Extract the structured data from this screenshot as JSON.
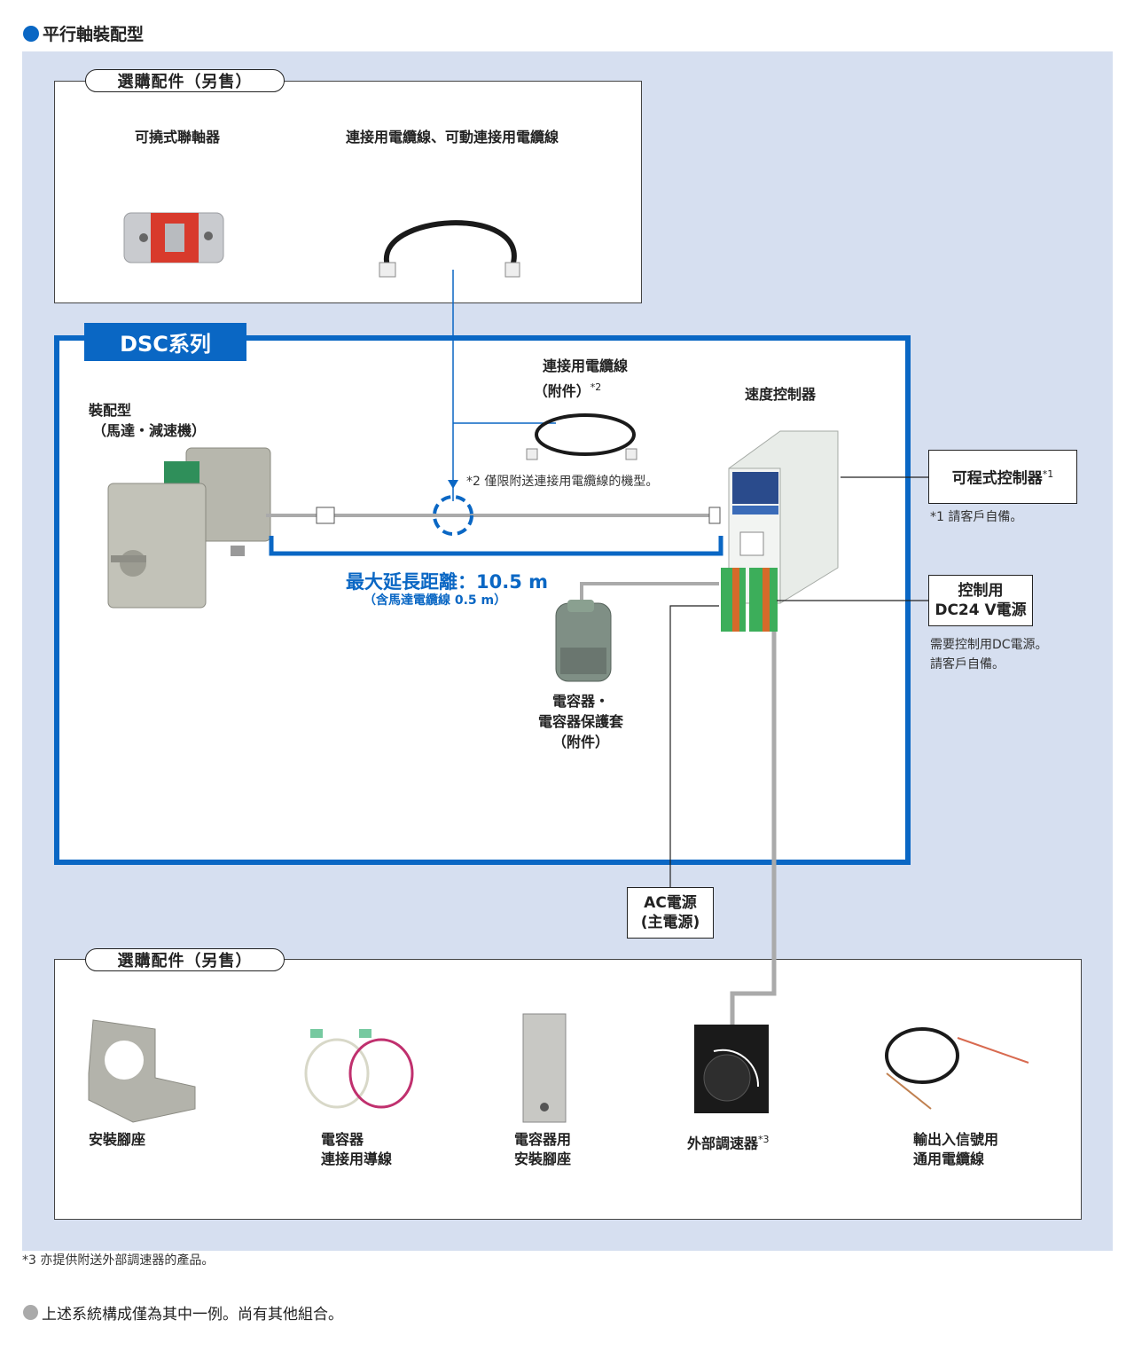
{
  "heading": "平行軸裝配型",
  "top_accessories": {
    "title": "選購配件（另售）",
    "items": [
      "可撓式聯軸器",
      "連接用電纜線、可動連接用電纜線"
    ]
  },
  "dsc": {
    "tab": "DSC系列",
    "cable_label_1": "連接用電纜線",
    "cable_label_2": "（附件）",
    "cable_mark": "*2",
    "motor_label_1": "裝配型",
    "motor_label_2": "（馬達・減速機）",
    "controller_label": "速度控制器",
    "note2": "*2 僅限附送連接用電纜線的機型。",
    "distance_main": "最大延長距離：10.5 m",
    "distance_sub": "（含馬達電纜線 0.5 m）",
    "capacitor_1": "電容器・",
    "capacitor_2": "電容器保護套",
    "capacitor_3": "（附件）"
  },
  "right_side": {
    "plc": "可程式控制器",
    "plc_mark": "*1",
    "note1": "*1 請客戶自備。",
    "power_1": "控制用",
    "power_2": "DC24 V電源",
    "power_note_1": "需要控制用DC電源。",
    "power_note_2": "請客戶自備。"
  },
  "ac_power": {
    "line1": "AC電源",
    "line2": "(主電源)"
  },
  "bottom_accessories": {
    "title": "選購配件（另售）",
    "items": [
      {
        "line1": "安裝腳座",
        "line2": ""
      },
      {
        "line1": "電容器",
        "line2": "連接用導線"
      },
      {
        "line1": "電容器用",
        "line2": "安裝腳座"
      },
      {
        "line1": "外部調速器",
        "line2": "",
        "mark": "*3"
      },
      {
        "line1": "輸出入信號用",
        "line2": "通用電纜線"
      }
    ]
  },
  "footnote3": "*3 亦提供附送外部調速器的產品。",
  "footer": "上述系統構成僅為其中一例。尚有其他組合。",
  "colors": {
    "accent": "#0a67c4",
    "area_bg": "#d6dff0",
    "line_gray": "#aaaaaa"
  }
}
